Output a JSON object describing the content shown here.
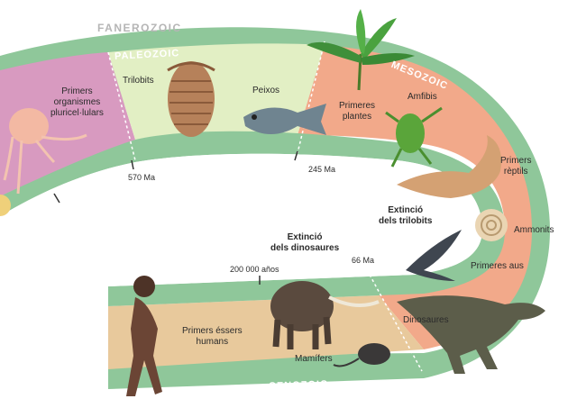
{
  "eon": "FANEROZOIC",
  "eras": {
    "paleozoic": "PALEOZOIC",
    "mesozoic": "MESOZOIC",
    "cenozoic": "CENOZOIC"
  },
  "times": {
    "t570": "570 Ma",
    "t245": "245 Ma",
    "t66": "66 Ma",
    "t200k": "200 000 años"
  },
  "events": {
    "primers_organismes": [
      "Primers",
      "organismes",
      "pluricel·lulars"
    ],
    "trilobits": "Trilobits",
    "peixos": "Peixos",
    "primeres_plantes": [
      "Primeres",
      "plantes"
    ],
    "amfibis": "Amfibis",
    "primers_reptils": [
      "Primers",
      "rèptils"
    ],
    "ammonits": "Ammonits",
    "primeres_aus": "Primeres aus",
    "dinosaures": "Dinosaures",
    "extincio_trilobits": [
      "Extinció",
      "dels trilobits"
    ],
    "extincio_dinosaures": [
      "Extinció",
      "dels dinosaures"
    ],
    "mamifers": "Mamífers",
    "primers_essers_humans": [
      "Primers éssers",
      "humans"
    ]
  },
  "colors": {
    "band": "#8fc79a",
    "pink": "#d89ac0",
    "lightgreen": "#e2efc4",
    "salmon": "#f2a98a",
    "tan": "#e8c99c"
  }
}
